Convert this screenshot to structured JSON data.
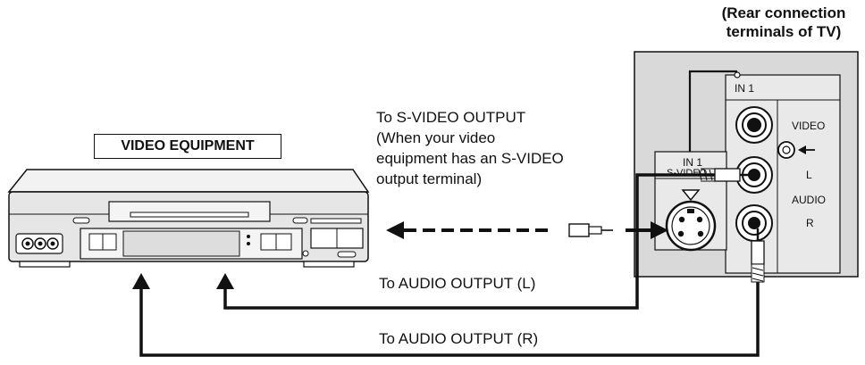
{
  "labels": {
    "tv_title": "(Rear connection terminals of TV)",
    "equipment_title": "VIDEO EQUIPMENT",
    "svideo_output": "To S-VIDEO OUTPUT",
    "svideo_note_1": "(When your video",
    "svideo_note_2": "equipment has an S-VIDEO",
    "svideo_note_3": "output terminal)",
    "audio_l": "To AUDIO OUTPUT (L)",
    "audio_r": "To AUDIO OUTPUT (R)"
  },
  "terminals": {
    "in1_top": "IN 1",
    "video": "VIDEO",
    "l": "L",
    "audio": "AUDIO",
    "r": "R",
    "in1_svideo": "IN 1",
    "svideo_tag": "S-VIDEO"
  },
  "colors": {
    "panel": "#d9d9d9",
    "line": "#111111",
    "vcr_body": "#e6e6e6"
  }
}
